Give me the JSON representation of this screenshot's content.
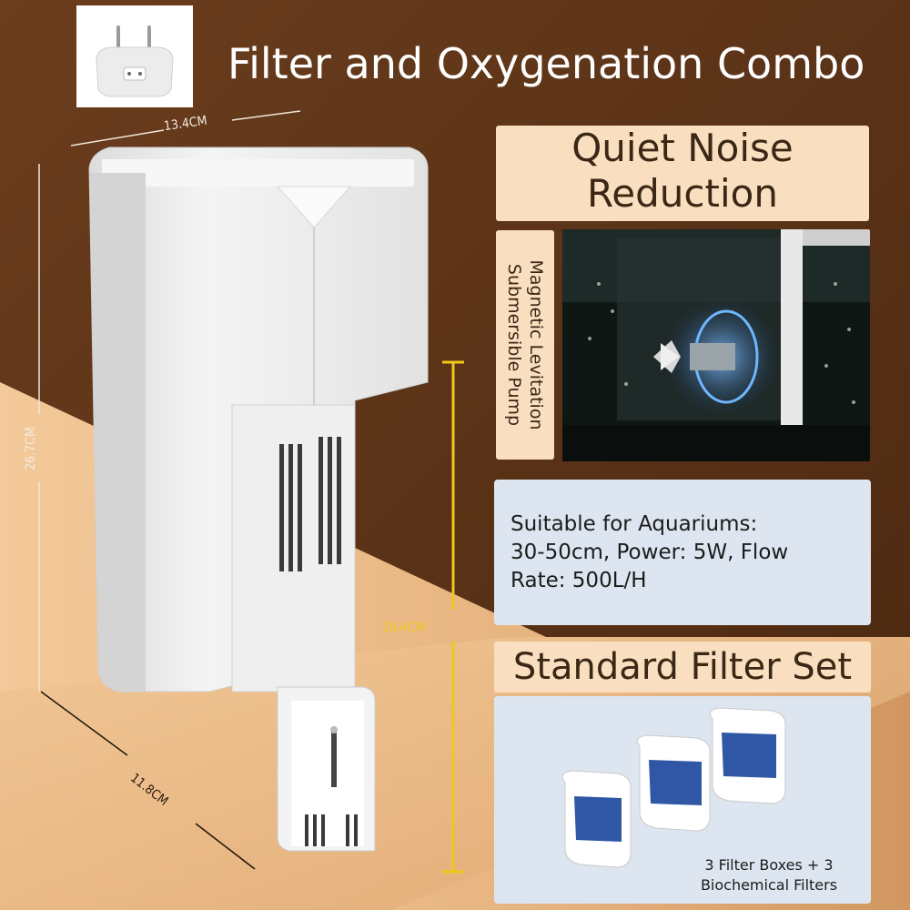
{
  "header": {
    "title": "Filter and Oxygenation Combo"
  },
  "plug": {
    "icon": "eu-plug-adapter-icon"
  },
  "dimensions": {
    "width_top": "13.4CM",
    "height_total": "26.7CM",
    "height_tube": "19.4CM",
    "depth": "11.8CM"
  },
  "features": {
    "noise_title": "Quiet Noise Reduction",
    "noise_title_line1": "Quiet Noise",
    "noise_title_line2": "Reduction",
    "pump_label": "Magnetic Levitation Submersible Pump",
    "pump_line1": "Magnetic Levitation",
    "pump_line2": "Submersible Pump"
  },
  "specs": {
    "line1": "Suitable for Aquariums:",
    "line2": "30-50cm, Power: 5W, Flow",
    "line3": "Rate: 500L/H"
  },
  "filter_set": {
    "title": "Standard Filter Set",
    "caption_line1": "3 Filter Boxes + 3",
    "caption_line2": "Biochemical Filters"
  },
  "colors": {
    "background_brown": "#5a3318",
    "panel_beige": "#f9dfbf",
    "panel_blue": "#dde6f0",
    "filter_blue": "#2f57a6",
    "dimension_yellow": "#f0c81c"
  }
}
